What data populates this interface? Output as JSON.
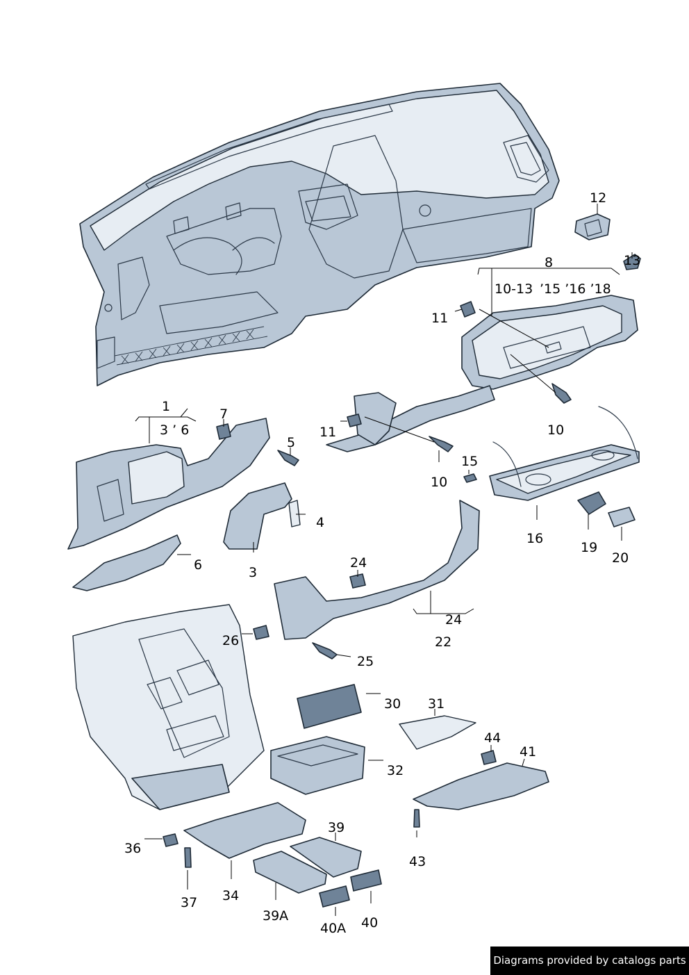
{
  "diagram": {
    "callouts": {
      "c1": "1",
      "c3_6": "3 ’ 6",
      "c7": "7",
      "c5": "5",
      "c4": "4",
      "c3": "3",
      "c6": "6",
      "c8": "8",
      "c10_13": "10-13",
      "c15_18": "’15 ’16 ’18",
      "c11a": "11",
      "c11b": "11",
      "c12": "12",
      "c13": "13",
      "c10a": "10",
      "c10b": "10",
      "c15": "15",
      "c16": "16",
      "c19": "19",
      "c20": "20",
      "c24a": "24",
      "c24b": "24",
      "c22": "22",
      "c26": "26",
      "c25": "25",
      "c30": "30",
      "c31": "31",
      "c32": "32",
      "c44": "44",
      "c41": "41",
      "c43": "43",
      "c36": "36",
      "c37": "37",
      "c34": "34",
      "c39": "39",
      "c39A": "39A",
      "c40A": "40A",
      "c40": "40"
    }
  },
  "footer": {
    "credit": "Diagrams provided by catalogs parts"
  }
}
